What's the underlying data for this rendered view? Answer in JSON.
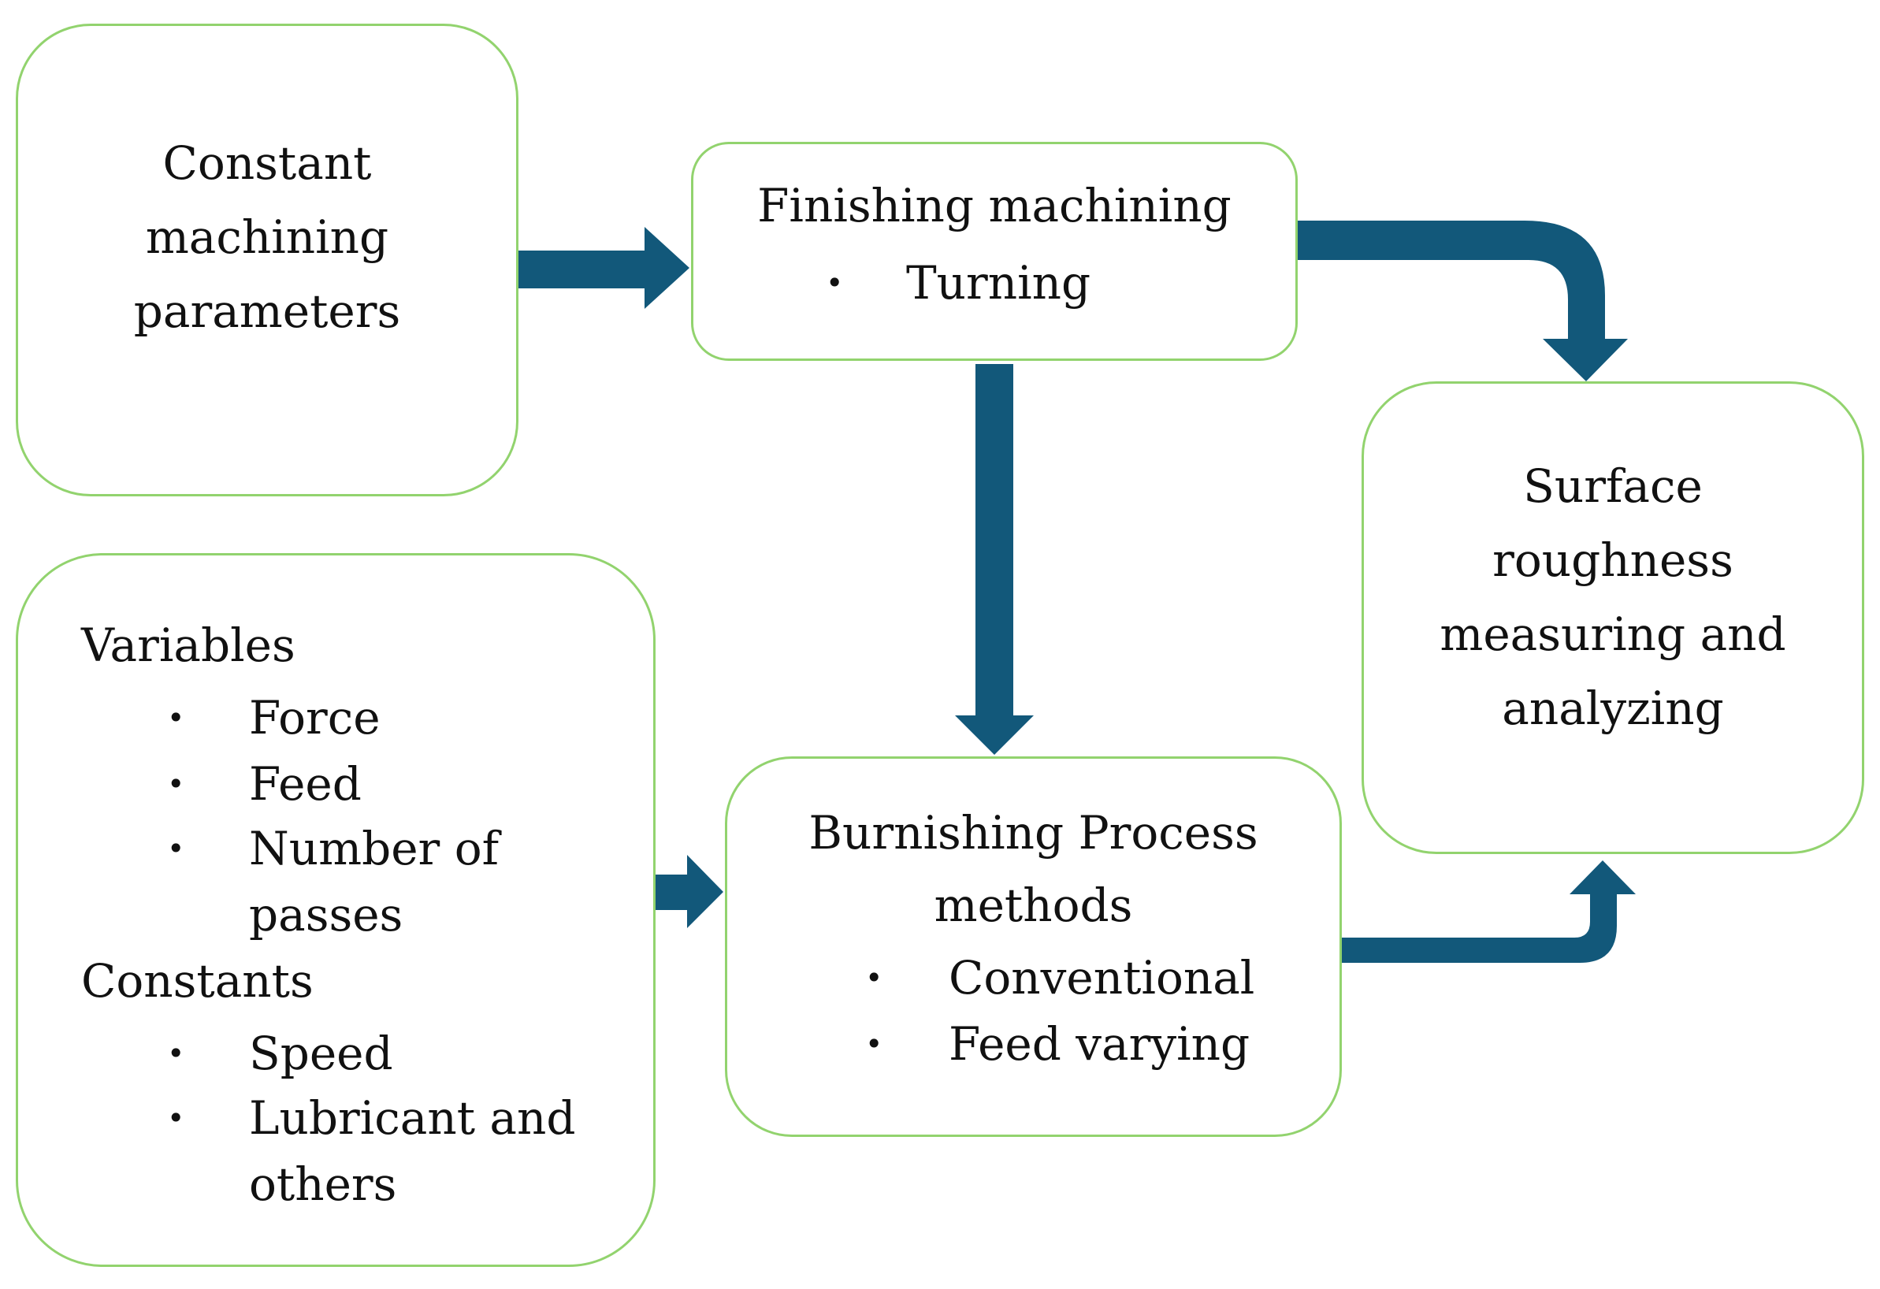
{
  "colors": {
    "box_border": "#92d36e",
    "arrow_fill": "#12587a",
    "text": "#111111"
  },
  "bullet_glyph": "•",
  "nodes": {
    "constant_params": {
      "lines": [
        "Constant",
        "machining",
        "parameters"
      ]
    },
    "finishing": {
      "title": "Finishing machining",
      "items": [
        "Turning"
      ]
    },
    "variables": {
      "variables_heading": "Variables",
      "variables_items": [
        "Force",
        "Feed",
        "Number of",
        "passes"
      ],
      "constants_heading": "Constants",
      "constants_items": [
        "Speed",
        "Lubricant and",
        "others"
      ]
    },
    "burnishing": {
      "title_lines": [
        "Burnishing Process",
        "methods"
      ],
      "items": [
        "Conventional",
        "Feed varying"
      ]
    },
    "surface": {
      "lines": [
        "Surface",
        "roughness",
        "measuring and",
        "analyzing"
      ]
    }
  },
  "edges": [
    {
      "from": "constant_params",
      "to": "finishing"
    },
    {
      "from": "finishing",
      "to": "surface"
    },
    {
      "from": "finishing",
      "to": "burnishing"
    },
    {
      "from": "variables",
      "to": "burnishing"
    },
    {
      "from": "burnishing",
      "to": "surface"
    }
  ]
}
